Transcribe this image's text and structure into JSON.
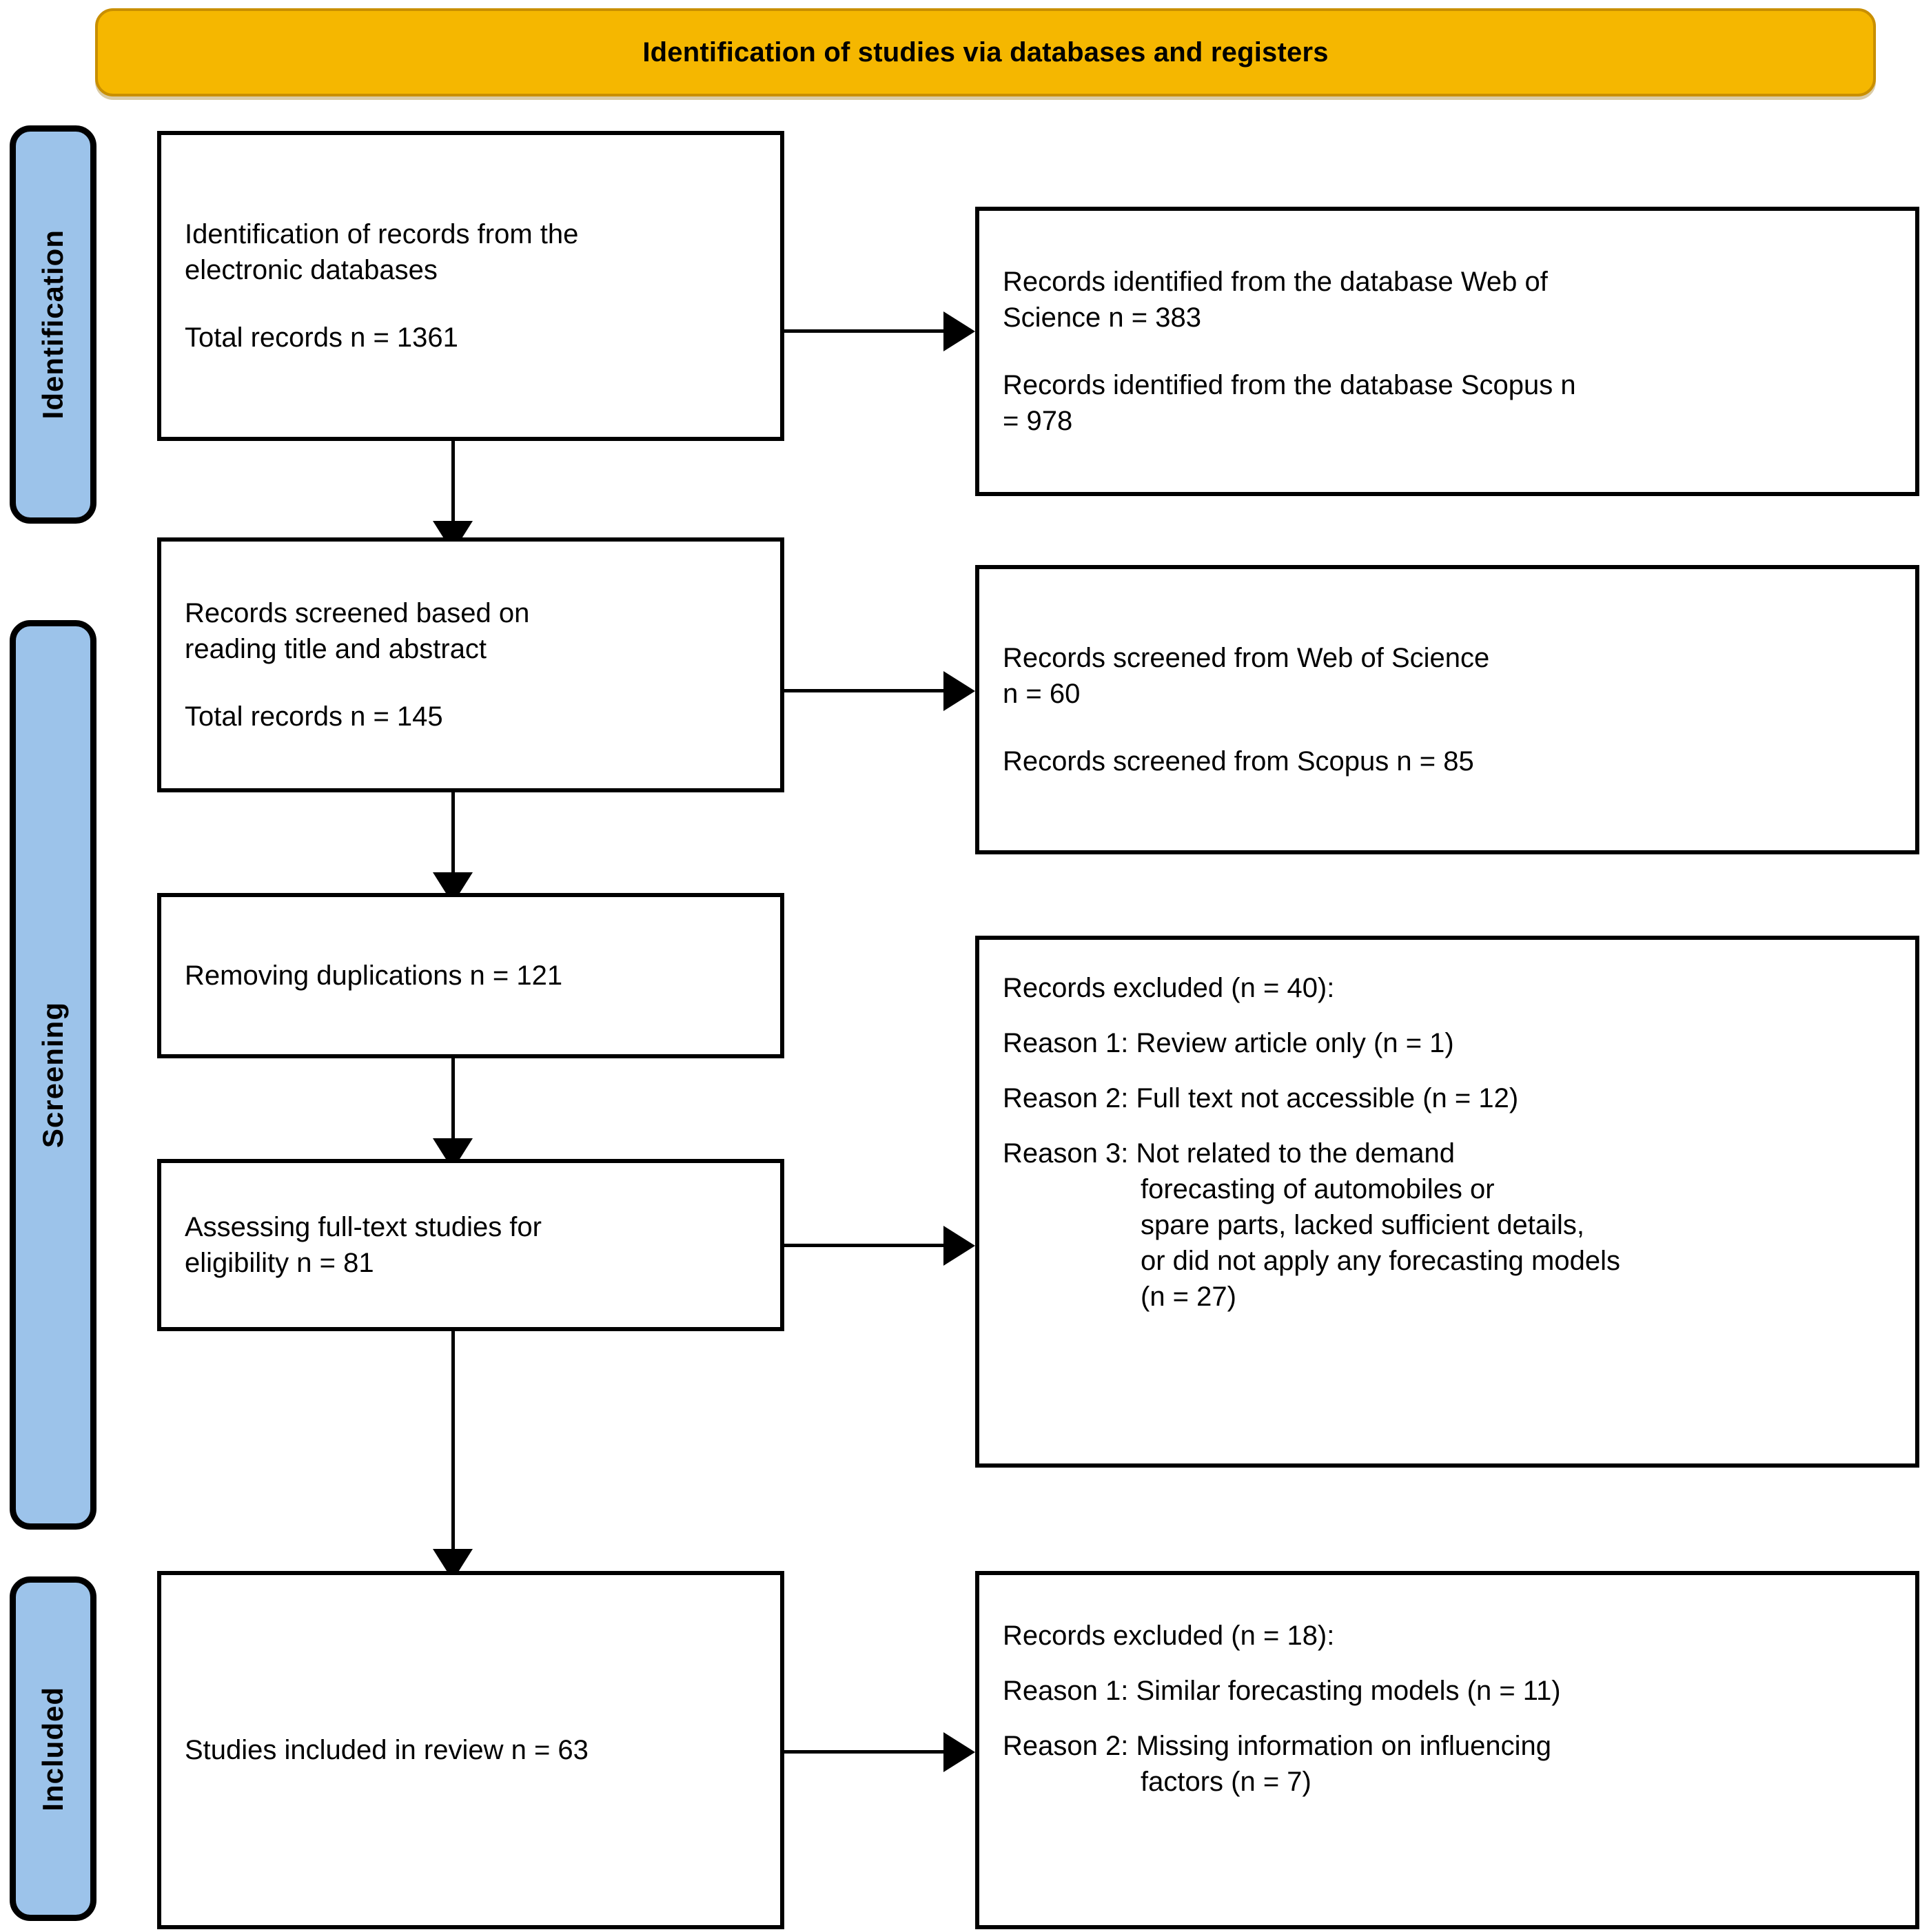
{
  "banner": {
    "title": "Identification of studies via databases and registers",
    "fill_color": "#F5B700"
  },
  "stages": [
    {
      "label": "Identification"
    },
    {
      "label": "Screening"
    },
    {
      "label": "Included"
    }
  ],
  "stage_pill_color": "#9CC3EA",
  "flow": {
    "identification": {
      "source_box": {
        "line1": "Identification of records from the",
        "line2": "electronic databases",
        "line3": "Total records n = 1361"
      },
      "detail_box": {
        "line1": "Records identified from the database Web of",
        "line2": "Science n = 383",
        "line3": "Records identified from the database Scopus n",
        "line4": "= 978"
      }
    },
    "screening": {
      "screened_box": {
        "line1": "Records screened based on",
        "line2": "reading title and abstract",
        "line3": "Total records n = 145"
      },
      "screened_detail_box": {
        "line1": "Records screened from Web of Science",
        "line2": "n = 60",
        "line3": "Records screened from Scopus n = 85"
      },
      "duplicates_box": {
        "line1": "Removing duplications n = 121"
      },
      "fulltext_box": {
        "line1": "Assessing full-text studies for",
        "line2": "eligibility n = 81"
      },
      "excluded_box": {
        "heading": "Records excluded (n = 40):",
        "reason1": "Reason 1: Review article only (n = 1)",
        "reason2": "Reason 2: Full text not accessible (n = 12)",
        "reason3_l1": "Reason 3: Not related to the demand",
        "reason3_l2": "forecasting of automobiles or",
        "reason3_l3": "spare parts, lacked sufficient details,",
        "reason3_l4": "or did not apply any forecasting models",
        "reason3_l5": "(n = 27)"
      }
    },
    "included": {
      "included_box": {
        "line1": "Studies included in review n = 63"
      },
      "excluded_box": {
        "heading": "Records excluded (n = 18):",
        "reason1": "Reason 1: Similar forecasting models (n = 11)",
        "reason2_l1": "Reason 2: Missing information on influencing",
        "reason2_l2": "factors (n = 7)"
      }
    }
  },
  "chart_data": {
    "type": "table",
    "title": "Identification of studies via databases and registers",
    "stages": [
      "Identification",
      "Screening",
      "Included"
    ],
    "nodes": [
      {
        "stage": "Identification",
        "label": "Identification of records from the electronic databases",
        "n": 1361
      },
      {
        "stage": "Identification",
        "label": "Records identified from the database Web of Science",
        "n": 383
      },
      {
        "stage": "Identification",
        "label": "Records identified from the database Scopus",
        "n": 978
      },
      {
        "stage": "Screening",
        "label": "Records screened based on reading title and abstract",
        "n": 145
      },
      {
        "stage": "Screening",
        "label": "Records screened from Web of Science",
        "n": 60
      },
      {
        "stage": "Screening",
        "label": "Records screened from Scopus",
        "n": 85
      },
      {
        "stage": "Screening",
        "label": "Removing duplications",
        "n": 121
      },
      {
        "stage": "Screening",
        "label": "Assessing full-text studies for eligibility",
        "n": 81
      },
      {
        "stage": "Screening",
        "label": "Records excluded",
        "n": 40
      },
      {
        "stage": "Screening",
        "label": "Reason 1: Review article only",
        "n": 1
      },
      {
        "stage": "Screening",
        "label": "Reason 2: Full text not accessible",
        "n": 12
      },
      {
        "stage": "Screening",
        "label": "Reason 3: Not related to the demand forecasting of automobiles or spare parts, lacked sufficient details, or did not apply any forecasting models",
        "n": 27
      },
      {
        "stage": "Included",
        "label": "Studies included in review",
        "n": 63
      },
      {
        "stage": "Included",
        "label": "Records excluded",
        "n": 18
      },
      {
        "stage": "Included",
        "label": "Reason 1: Similar forecasting models",
        "n": 11
      },
      {
        "stage": "Included",
        "label": "Reason 2: Missing information on influencing factors",
        "n": 7
      }
    ]
  }
}
